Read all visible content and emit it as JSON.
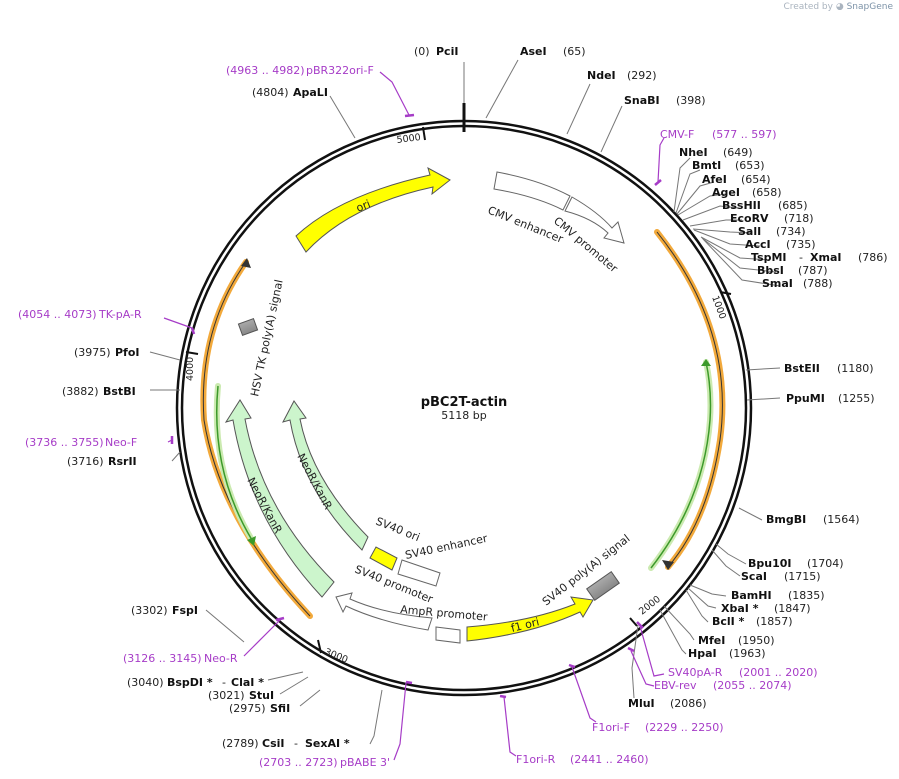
{
  "credit": {
    "prefix": "Created by",
    "brand": "SnapGene"
  },
  "plasmid": {
    "name": "pBC2T-actin",
    "length": "5118 bp"
  },
  "ticks": [
    "1000",
    "2000",
    "3000",
    "4000",
    "5000"
  ],
  "enzymes": [
    {
      "pos": "(0)",
      "name": "PciI"
    },
    {
      "name": "AseI",
      "pos": "(65)"
    },
    {
      "name": "NdeI",
      "pos": "(292)"
    },
    {
      "name": "SnaBI",
      "pos": "(398)"
    },
    {
      "name": "NheI",
      "pos": "(649)"
    },
    {
      "name": "BmtI",
      "pos": "(653)"
    },
    {
      "name": "AfeI",
      "pos": "(654)"
    },
    {
      "name": "AgeI",
      "pos": "(658)"
    },
    {
      "name": "BssHII",
      "pos": "(685)"
    },
    {
      "name": "EcoRV",
      "pos": "(718)"
    },
    {
      "name": "SalI",
      "pos": "(734)"
    },
    {
      "name": "AccI",
      "pos": "(735)"
    },
    {
      "name": "TspMI",
      "sep": "-",
      "name2": "XmaI",
      "pos": "(786)"
    },
    {
      "name": "BbsI",
      "pos": "(787)"
    },
    {
      "name": "SmaI",
      "pos": "(788)"
    },
    {
      "name": "BstEII",
      "pos": "(1180)"
    },
    {
      "name": "PpuMI",
      "pos": "(1255)"
    },
    {
      "name": "BmgBI",
      "pos": "(1564)"
    },
    {
      "name": "Bpu10I",
      "pos": "(1704)"
    },
    {
      "name": "ScaI",
      "pos": "(1715)"
    },
    {
      "name": "BamHI",
      "pos": "(1835)"
    },
    {
      "name": "XbaI *",
      "pos": "(1847)"
    },
    {
      "name": "BclI *",
      "pos": "(1857)"
    },
    {
      "name": "MfeI",
      "pos": "(1950)"
    },
    {
      "name": "HpaI",
      "pos": "(1963)"
    },
    {
      "name": "MluI",
      "pos": "(2086)"
    },
    {
      "pos": "(2789)",
      "name": "CsiI",
      "sep": "-",
      "name2": "SexAI *"
    },
    {
      "pos": "(2975)",
      "name": "SfiI"
    },
    {
      "pos": "(3021)",
      "name": "StuI"
    },
    {
      "pos": "(3040)",
      "name": "BspDI *",
      "sep": "-",
      "name2": "ClaI *"
    },
    {
      "pos": "(3302)",
      "name": "FspI"
    },
    {
      "pos": "(3716)",
      "name": "RsrII"
    },
    {
      "pos": "(3882)",
      "name": "BstBI"
    },
    {
      "pos": "(3975)",
      "name": "PfoI"
    },
    {
      "pos": "(4804)",
      "name": "ApaLI"
    }
  ],
  "primers": [
    {
      "range": "(4963 .. 4982)",
      "name": "pBR322ori-F"
    },
    {
      "name": "CMV-F",
      "range": "(577 .. 597)"
    },
    {
      "name": "SV40pA-R",
      "range": "(2001 .. 2020)"
    },
    {
      "name": "EBV-rev",
      "range": "(2055 .. 2074)"
    },
    {
      "name": "F1ori-F",
      "range": "(2229 .. 2250)"
    },
    {
      "name": "F1ori-R",
      "range": "(2441 .. 2460)"
    },
    {
      "range": "(2703 .. 2723)",
      "name": "pBABE 3'"
    },
    {
      "range": "(3126 .. 3145)",
      "name": "Neo-R"
    },
    {
      "range": "(3736 .. 3755)",
      "name": "Neo-F"
    },
    {
      "range": "(4054 .. 4073)",
      "name": "TK-pA-R"
    }
  ],
  "features": {
    "ori": "ori",
    "cmv_enhancer": "CMV enhancer",
    "cmv_promoter": "CMV promoter",
    "hsv_tk": "HSV TK poly(A) signal",
    "neor1": "NeoR/KanR",
    "neor2": "NeoR/KanR",
    "sv40_ori": "SV40 ori",
    "sv40_enhancer": "SV40 enhancer",
    "sv40_promoter": "SV40 promoter",
    "ampr_promoter": "AmpR promoter",
    "f1_ori": "f1 ori",
    "sv40_polya": "SV40 poly(A) signal"
  },
  "colors": {
    "backbone": "#111111",
    "primer": "#a63cc7",
    "ori": "#ffff00",
    "neo": "#ccf5cc",
    "orf_orange": "#f2a93b",
    "orf_green": "#3c9a2a",
    "terminator": "#999999",
    "promoter": "#ffffff"
  }
}
